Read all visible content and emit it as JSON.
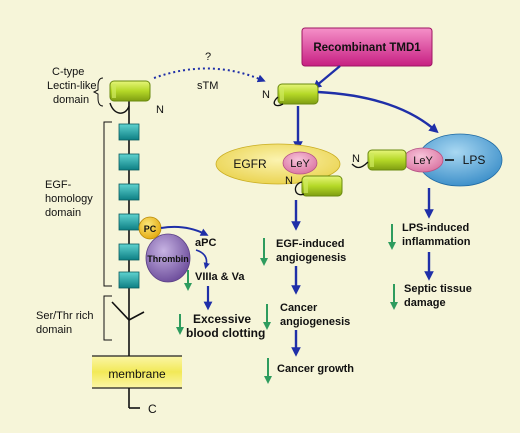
{
  "labels": {
    "c_type_domain": [
      "C-type",
      "Lectin-like",
      "domain"
    ],
    "egf_domain": [
      "EGF-",
      "homology",
      "domain"
    ],
    "ser_thr_domain": [
      "Ser/Thr rich",
      "domain"
    ],
    "membrane": "membrane",
    "n_terminus": "N",
    "c_terminus": "C",
    "question": "?",
    "stm": "sTM",
    "recombinant": "Recombinant TMD1",
    "egfr": "EGFR",
    "ley": "LeY",
    "lps": "LPS",
    "pc": "PC",
    "thrombin": "Thrombin",
    "apc": "aPC",
    "viiia_va": "VIIIa & Va",
    "excessive_clotting": [
      "Excessive",
      "blood clotting"
    ],
    "egf_angiogenesis": [
      "EGF-induced",
      "angiogenesis"
    ],
    "cancer_angiogenesis": [
      "Cancer",
      "angiogenesis"
    ],
    "cancer_growth": "Cancer growth",
    "lps_inflammation": [
      "LPS-induced",
      "inflammation"
    ],
    "septic_damage": [
      "Septic tissue",
      "damage"
    ]
  },
  "colors": {
    "background": "#f6f5d9",
    "lectin_domain": "#b5d827",
    "egf_module": "#1aa3a3",
    "recombinant": "#e0399a",
    "pc": "#f2c417",
    "thrombin": "#8c6bb5",
    "egfr": "#f4e47a",
    "ley": "#e88db5",
    "lps": "#4aa3d6",
    "blue_arrow": "#1f2fa8",
    "green_arrow": "#2e9c5e",
    "membrane": "#f5ee73"
  }
}
